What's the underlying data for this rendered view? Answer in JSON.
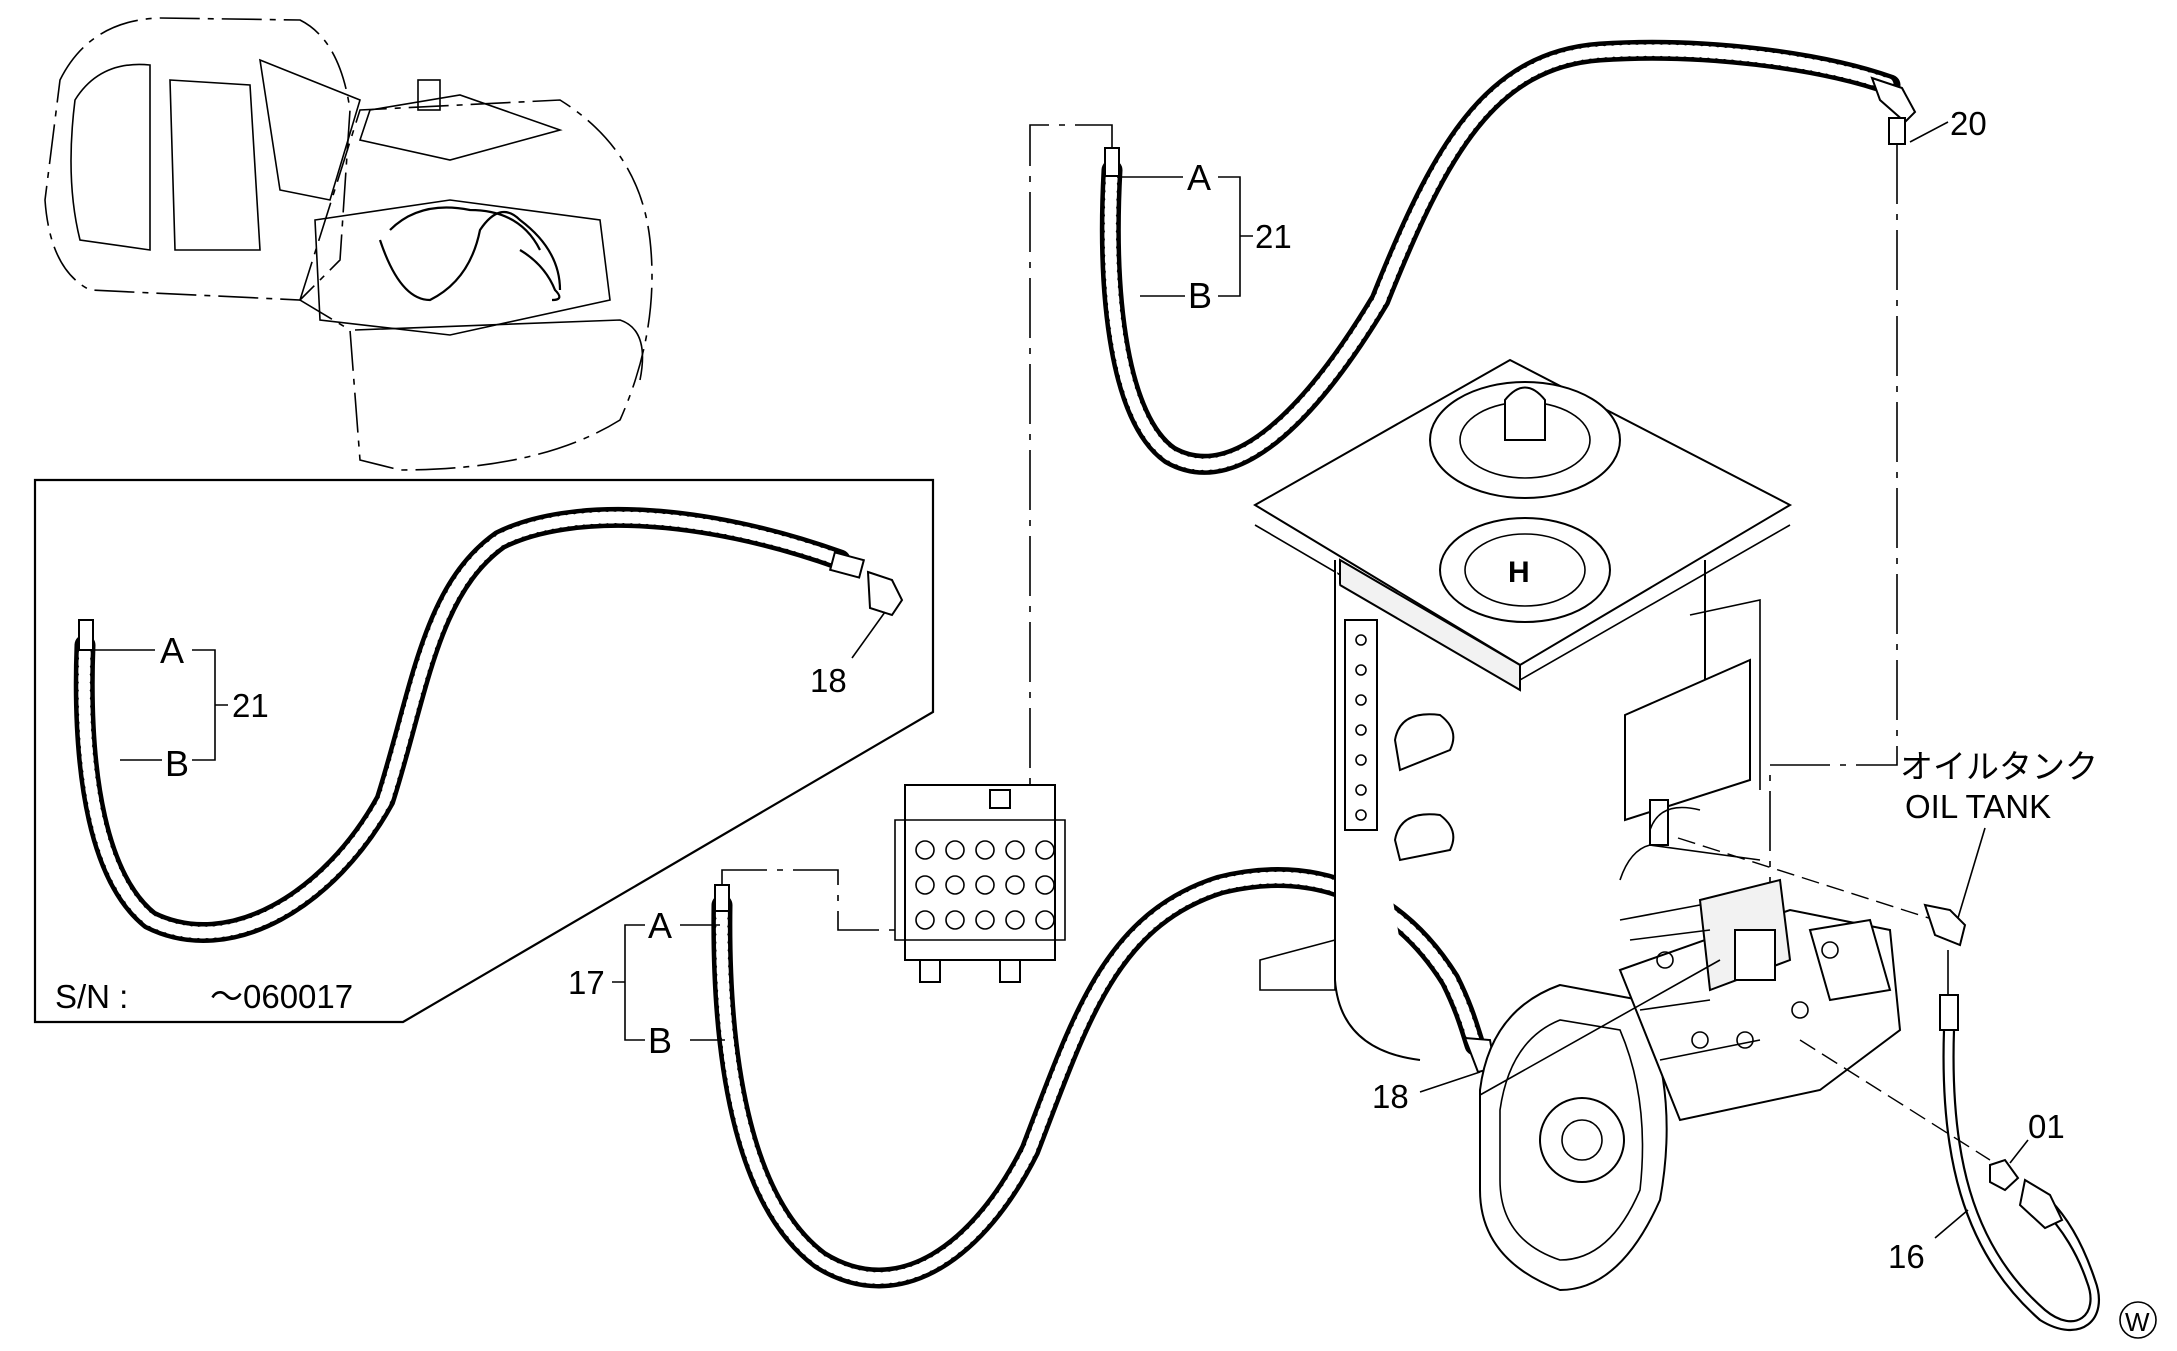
{
  "callouts": {
    "c21_top": {
      "number": "21",
      "a": "A",
      "b": "B"
    },
    "c20": "20",
    "c21_inset": {
      "number": "21",
      "a": "A",
      "b": "B"
    },
    "c18_inset": "18",
    "c17": {
      "number": "17",
      "a": "A",
      "b": "B"
    },
    "c18_main": "18",
    "c01": "01",
    "c16": "16",
    "w_mark": "W"
  },
  "oil_tank": {
    "jp": "オイルタンク",
    "en": "OIL TANK"
  },
  "inset": {
    "sn_label": "S/N :",
    "sn_value": "～060017"
  }
}
